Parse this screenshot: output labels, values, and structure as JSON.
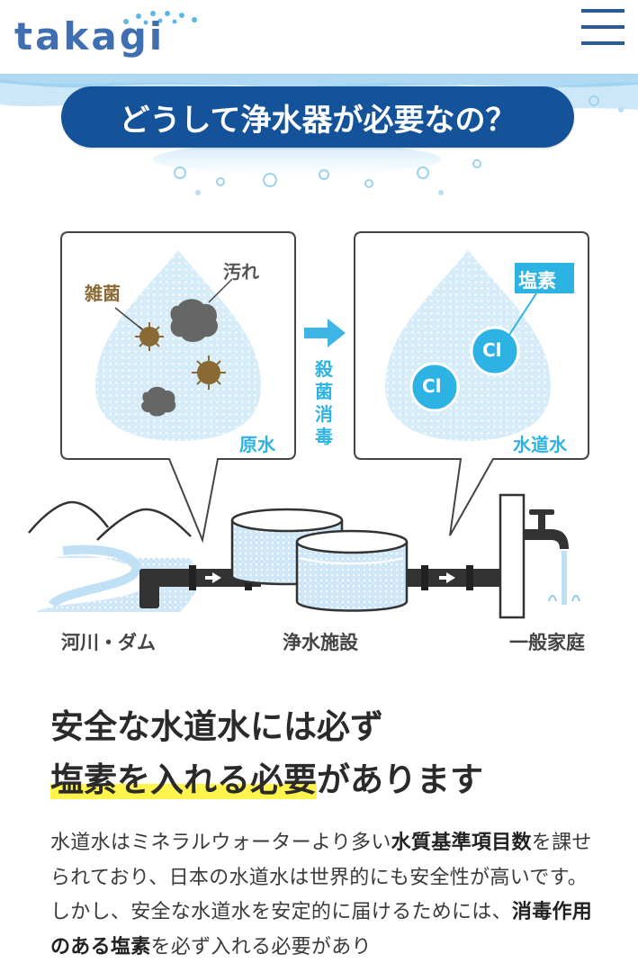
{
  "header": {
    "logo": "takagi",
    "menu_icon": "hamburger-menu-icon"
  },
  "hero": {
    "title": "どうして浄水器が必要なの？"
  },
  "diagram": {
    "raw_water": {
      "germ_label": "雑菌",
      "dirt_label": "汚れ",
      "caption": "原水"
    },
    "process_label": "殺菌消毒",
    "tap_water": {
      "chlorine_label": "塩素",
      "ion1": "Cl",
      "ion2": "Cl",
      "caption": "水道水"
    },
    "stages": {
      "river": "河川・ダム",
      "facility": "浄水施設",
      "home": "一般家庭"
    }
  },
  "section": {
    "title_line1": "安全な水道水には必ず",
    "title_highlight": "塩素を入れる必要",
    "title_rest": "があります",
    "body_1": "水道水はミネラルウォーターより多い",
    "body_bold1": "水質基準項目数",
    "body_2": "を課せられており、日本の水道水は世界的にも安全性が高いです。しかし、安全な水道水を安定的に届けるためには、",
    "body_bold2": "消毒作用のある塩素",
    "body_3": "を必ず入れる必要があり"
  },
  "colors": {
    "brand_blue": "#14529a",
    "logo_blue": "#3f6fb0",
    "accent_cyan": "#2cb3e3",
    "germ_brown": "#8a6a34",
    "highlight_yellow": "#fff34d"
  }
}
